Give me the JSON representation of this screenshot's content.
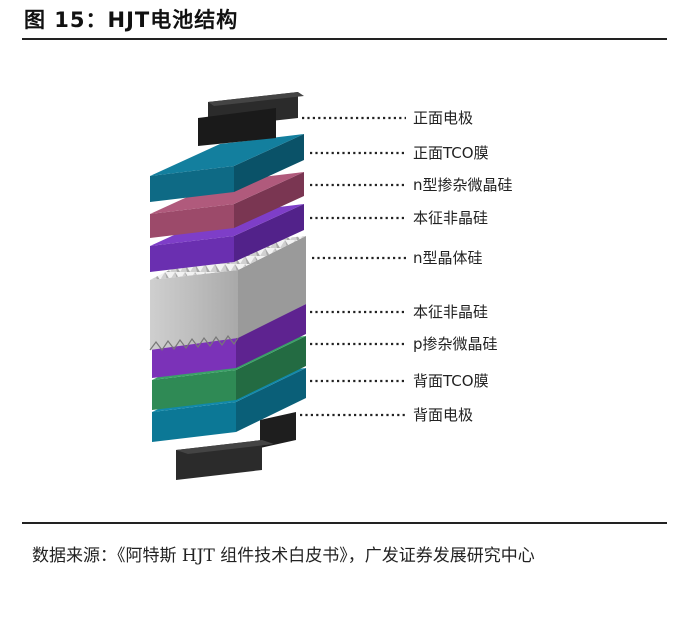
{
  "figure": {
    "title": "图 15：HJT电池结构",
    "source": "数据来源：《阿特斯 HJT 组件技术白皮书》，广发证券发展研究中心"
  },
  "layers": [
    {
      "label": "正面电极",
      "color": "#2a2a2a"
    },
    {
      "label": "正面TCO膜",
      "color": "#0e6a85"
    },
    {
      "label": "n型掺杂微晶硅",
      "color": "#9c4a6a"
    },
    {
      "label": "本征非晶硅",
      "color": "#6a2fb0"
    },
    {
      "label": "n型晶体硅",
      "color": "#bdbdbd"
    },
    {
      "label": "本征非晶硅",
      "color": "#6a2fb0"
    },
    {
      "label": "p掺杂微晶硅",
      "color": "#7b32b8"
    },
    {
      "label": "背面TCO膜",
      "color": "#2f8a55"
    },
    {
      "label": "背面电极",
      "color": "#2a2a2a"
    }
  ]
}
